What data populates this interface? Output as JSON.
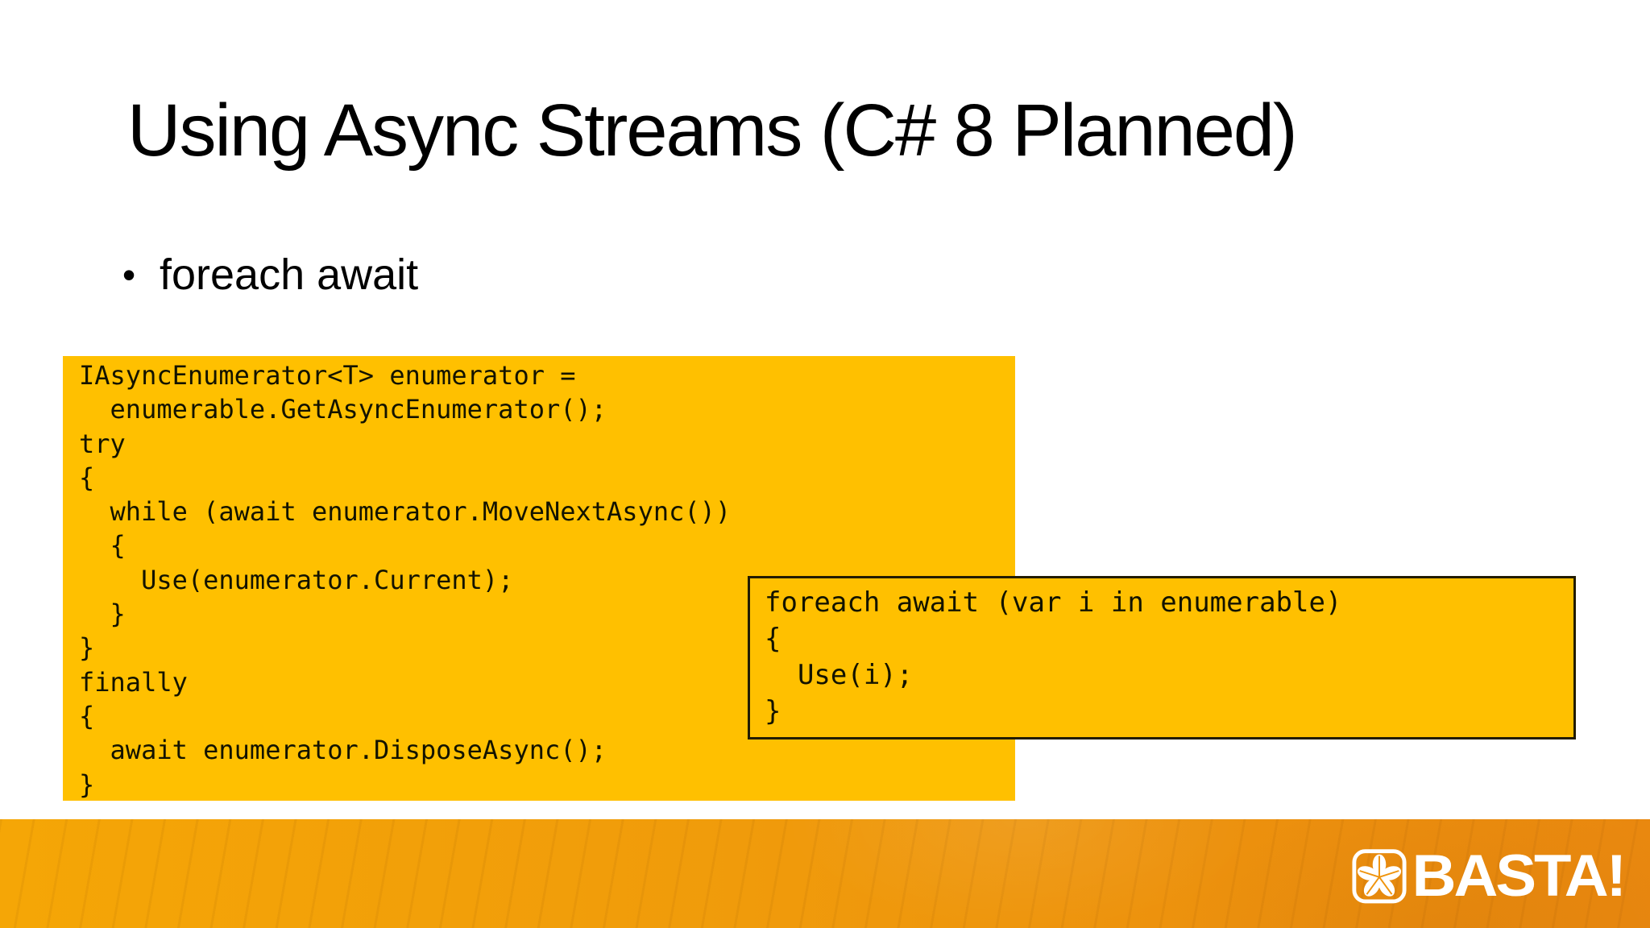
{
  "slide": {
    "title": "Using Async Streams (C# 8 Planned)",
    "bullet_marker": "•",
    "bullet_text": "foreach await",
    "code_main": "IAsyncEnumerator<T> enumerator =\n  enumerable.GetAsyncEnumerator();\ntry\n{\n  while (await enumerator.MoveNextAsync())\n  {\n    Use(enumerator.Current);\n  }\n}\nfinally\n{\n  await enumerator.DisposeAsync();\n}",
    "code_overlay": "foreach await (var i in enumerable)\n{\n  Use(i);\n}",
    "footer": {
      "brand": "BASTA!",
      "logo_icon": "basta-flower-icon"
    },
    "colors": {
      "code_block_background": "#FFC000",
      "overlay_border": "#221C03",
      "footer_gradient_left": "#F5A606",
      "footer_gradient_right": "#E9880F",
      "text": "#000000",
      "brand_text": "#FFFFFF"
    }
  }
}
